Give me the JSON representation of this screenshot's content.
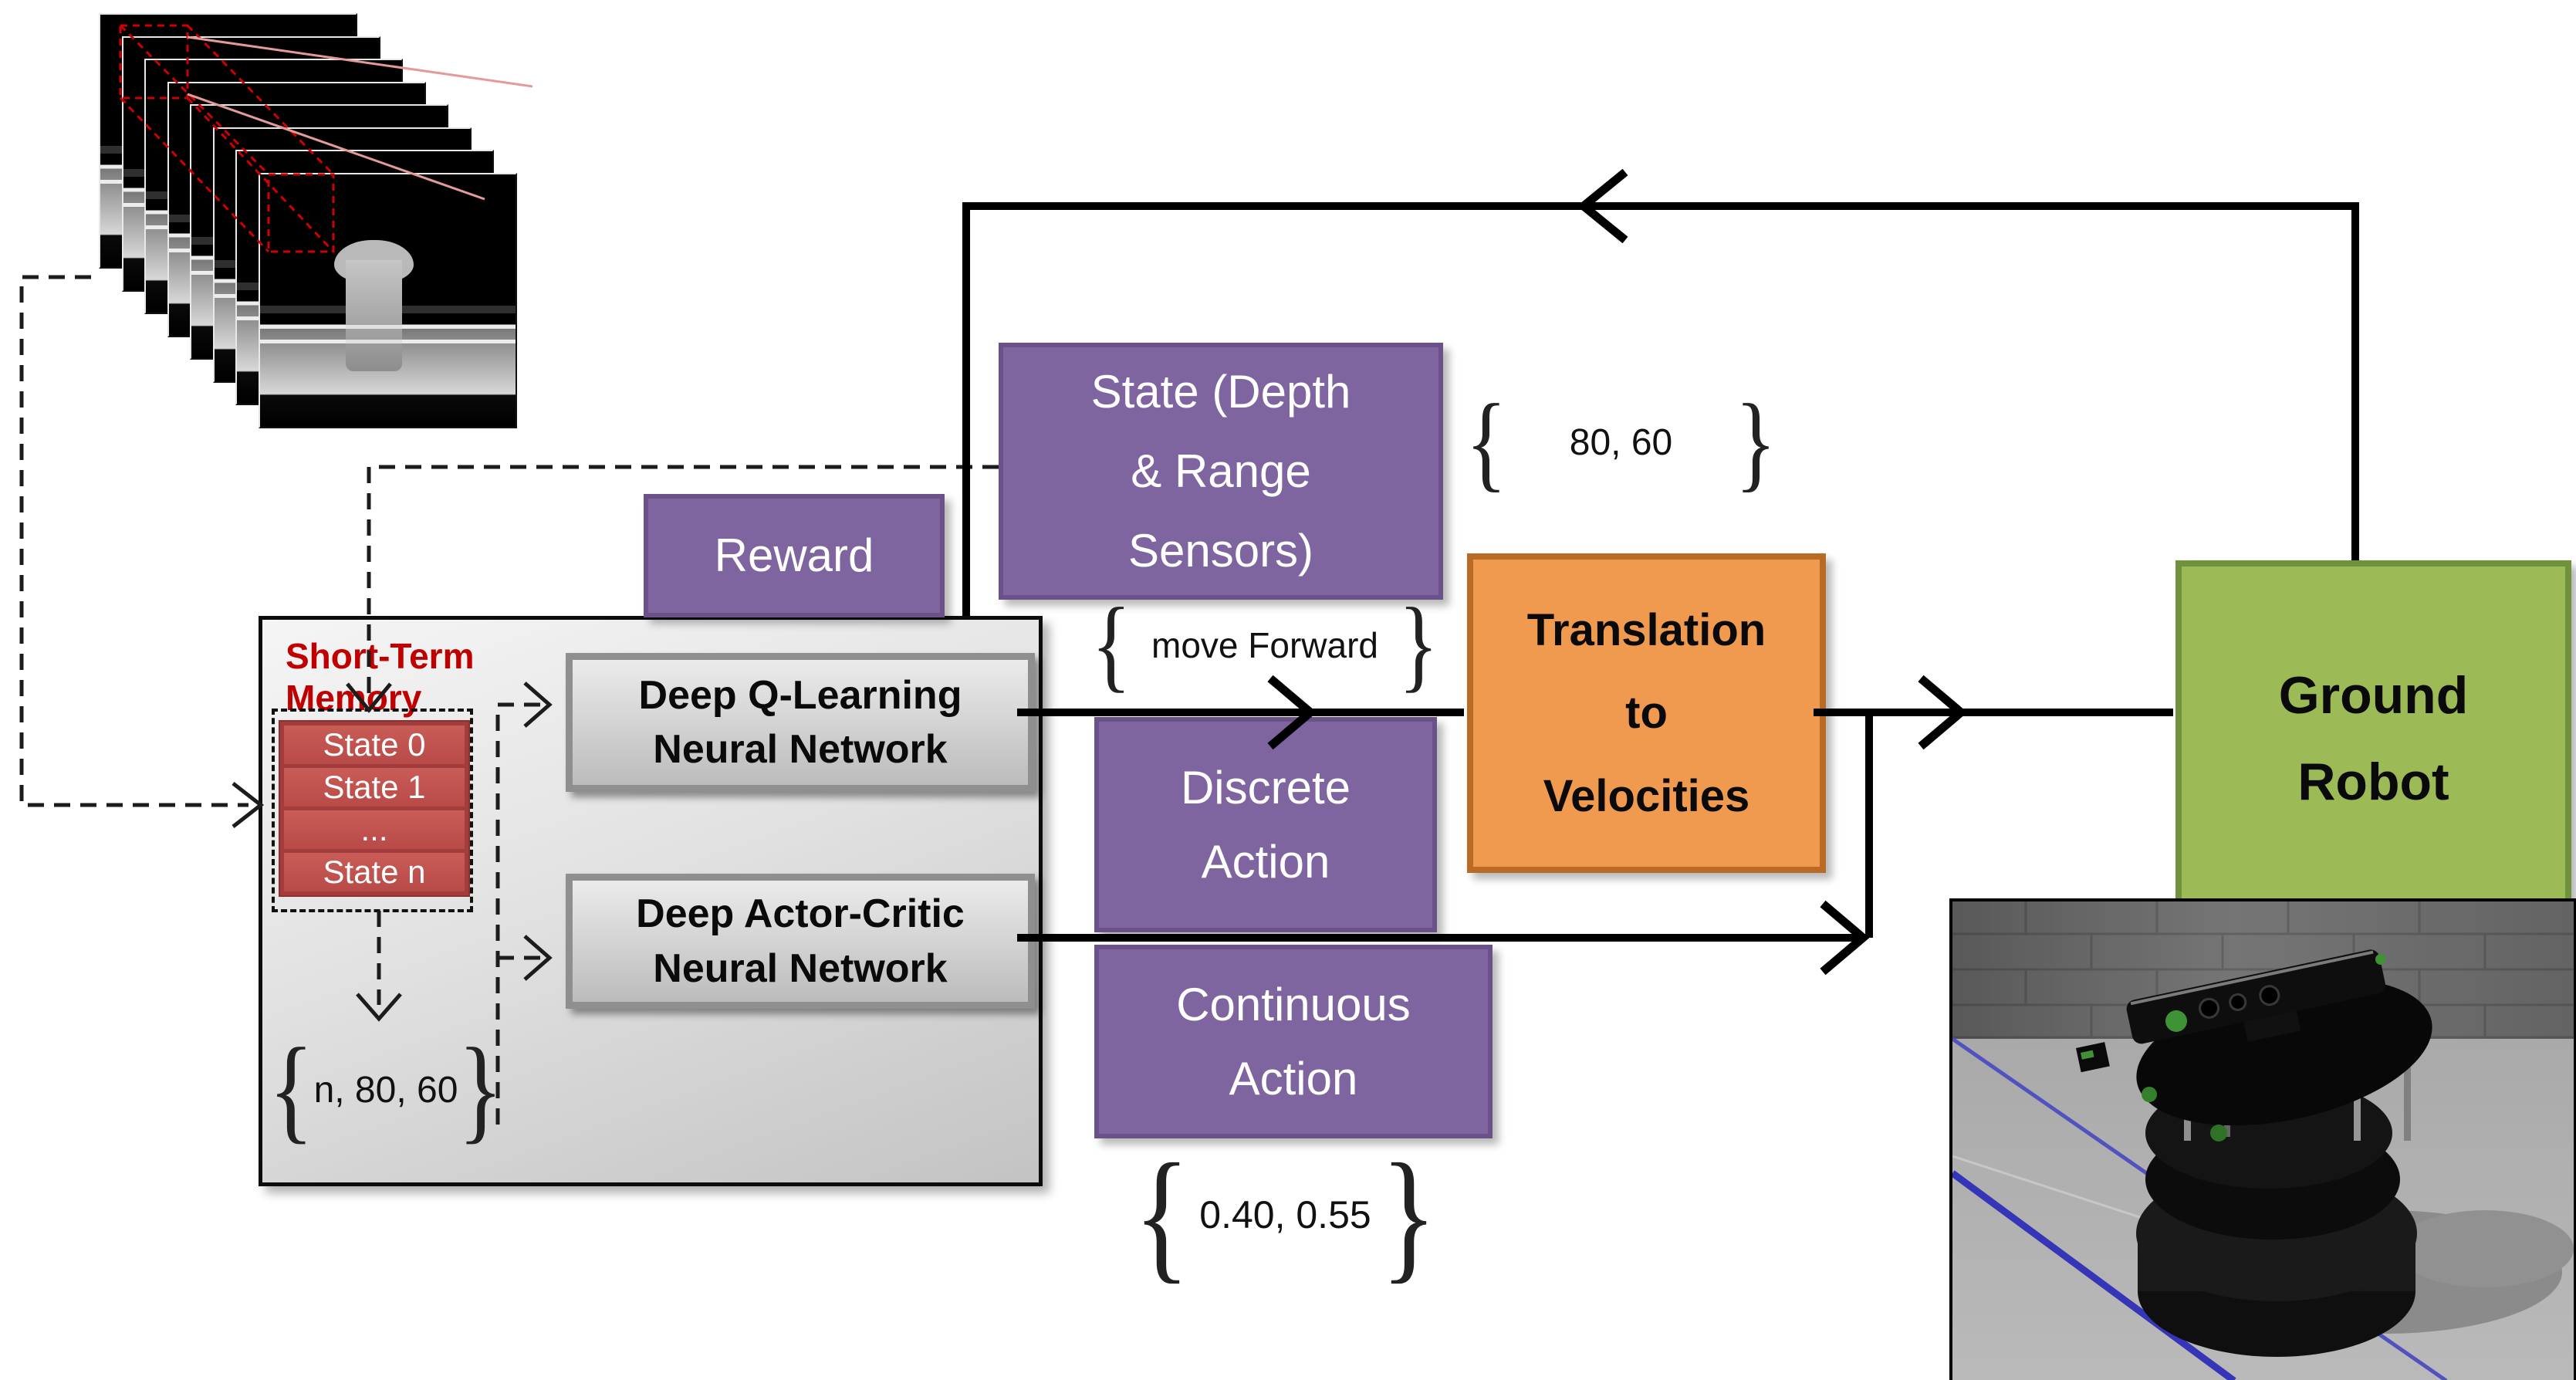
{
  "colors": {
    "purple": "#7e65a0",
    "orange": "#f09a50",
    "green": "#9cba56",
    "state_cell_red": "#b84a47",
    "memory_title_red": "#c00000"
  },
  "memory": {
    "title": "Short-Term Memory",
    "states": [
      "State 0",
      "State 1",
      "...",
      "State n"
    ],
    "shape": {
      "open": "{",
      "value": "n, 80, 60",
      "close": "}"
    }
  },
  "networks": {
    "dqn": [
      "Deep Q-Learning",
      "Neural Network"
    ],
    "actor_critic": [
      "Deep Actor-Critic",
      "Neural Network"
    ]
  },
  "nodes": {
    "reward": "Reward",
    "state": [
      "State (Depth",
      "& Range",
      "Sensors)"
    ],
    "discrete": [
      "Discrete",
      "Action"
    ],
    "continuous": [
      "Continuous",
      "Action"
    ],
    "translation": [
      "Translation",
      "to",
      "Velocities"
    ],
    "ground_robot": [
      "Ground",
      "Robot"
    ]
  },
  "annotations": {
    "state_shape": {
      "open": "{",
      "value": "80, 60",
      "close": "}"
    },
    "discrete_example": {
      "open": "{",
      "value": "move Forward",
      "close": "}"
    },
    "continuous_example": {
      "open": "{",
      "value": "0.40, 0.55",
      "close": "}"
    }
  }
}
